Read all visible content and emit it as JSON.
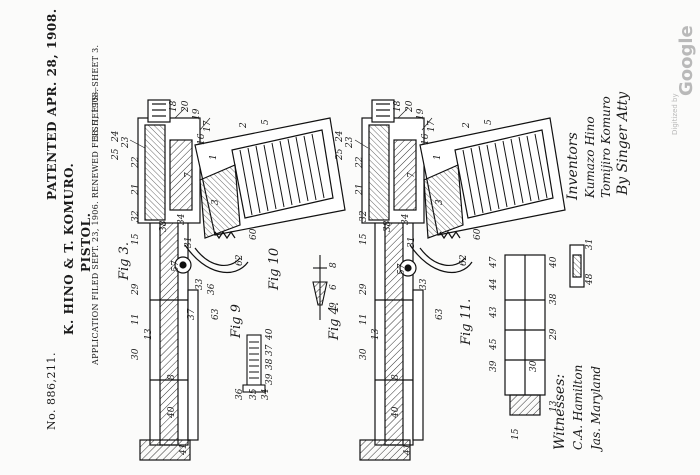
{
  "header": {
    "patent_number": "No. 886,211.",
    "patented": "PATENTED APR. 28, 1908.",
    "inventors": "K. HINO & T. KOMURO.",
    "title": "PISTOL.",
    "filing": "APPLICATION FILED SEPT. 23, 1906. RENEWED FEB. 7, 1908.",
    "sheets": "3 SHEETS—SHEET 3."
  },
  "figures": {
    "fig3": "Fig 3.",
    "fig4": "Fig 4.",
    "fig9": "Fig 9",
    "fig10": "Fig 10",
    "fig11": "Fig 11."
  },
  "reference_numerals": {
    "fig3": [
      "30",
      "11",
      "13",
      "29",
      "15",
      "32",
      "21",
      "22",
      "23",
      "24",
      "25",
      "18",
      "20",
      "19",
      "17",
      "16",
      "1",
      "2",
      "3",
      "5",
      "7",
      "34",
      "38",
      "31",
      "33",
      "36",
      "8",
      "41",
      "57",
      "62",
      "63",
      "60",
      "37",
      "40"
    ],
    "fig4": [
      "30",
      "11",
      "13",
      "29",
      "15",
      "32",
      "21",
      "22",
      "23",
      "24",
      "25",
      "18",
      "20",
      "19",
      "17",
      "16",
      "1",
      "2",
      "3",
      "5",
      "7",
      "34",
      "38",
      "31",
      "33",
      "8",
      "41",
      "57",
      "62",
      "63",
      "60",
      "40"
    ],
    "fig9": [
      "40",
      "37",
      "38",
      "39",
      "36",
      "35",
      "34"
    ],
    "fig10": [
      "8",
      "6",
      "9"
    ],
    "fig11": [
      "39",
      "45",
      "43",
      "44",
      "47",
      "40",
      "38",
      "29",
      "30",
      "48",
      "31",
      "13",
      "15"
    ]
  },
  "signatures": {
    "witnesses_label": "Witnesses:",
    "witness_1": "C.A. Hamilton",
    "witness_2": "Jas. Maryland",
    "inventors_label": "Inventors",
    "inventor_1": "Kumazo Hino",
    "inventor_2": "Tomijiro Komuro",
    "attorney": "By Singer Atty"
  },
  "watermark": {
    "digitized": "Digitized by",
    "brand": "Google"
  }
}
